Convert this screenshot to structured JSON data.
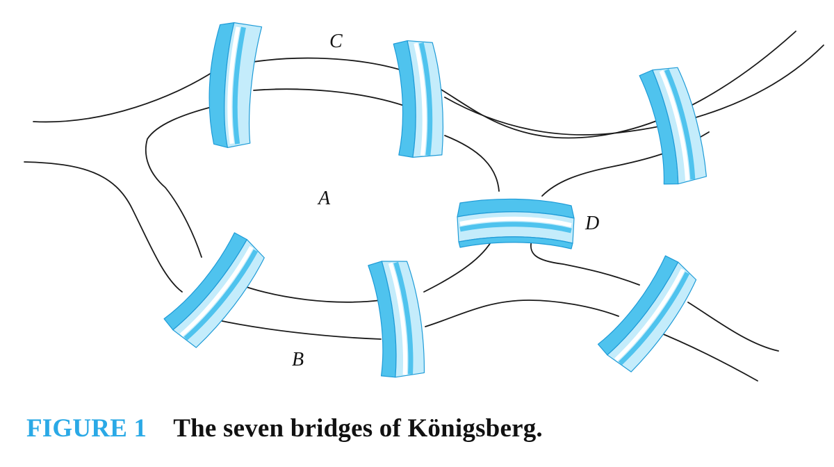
{
  "figure": {
    "label": "FIGURE 1",
    "caption": "The seven bridges of Königsberg."
  },
  "regions": {
    "A": "A",
    "B": "B",
    "C": "C",
    "D": "D"
  },
  "colors": {
    "bridge_face": "#4fc3ee",
    "bridge_deck": "#c4ecfb",
    "bridge_outline": "#1e9bd7",
    "caption_label": "#2aa9e6",
    "caption_text": "#111111",
    "shoreline": "#1a1a1a"
  },
  "bridges": [
    {
      "connects": [
        "A",
        "C"
      ]
    },
    {
      "connects": [
        "A",
        "C"
      ]
    },
    {
      "connects": [
        "C",
        "D"
      ]
    },
    {
      "connects": [
        "A",
        "D"
      ]
    },
    {
      "connects": [
        "A",
        "B"
      ]
    },
    {
      "connects": [
        "A",
        "B"
      ]
    },
    {
      "connects": [
        "B",
        "D"
      ]
    }
  ]
}
